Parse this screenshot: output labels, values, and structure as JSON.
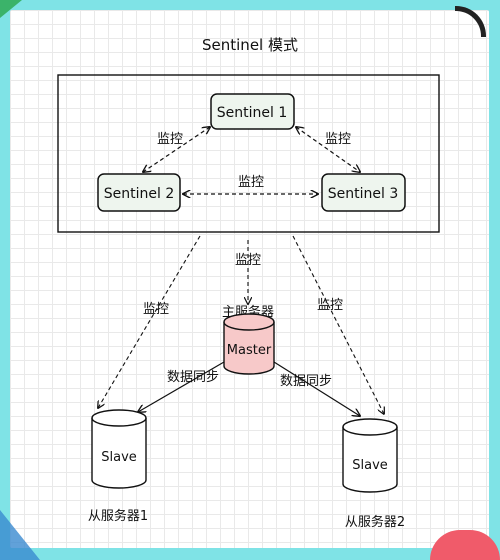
{
  "title": "Sentinel 模式",
  "sentinels": [
    "Sentinel 1",
    "Sentinel 2",
    "Sentinel 3"
  ],
  "master": {
    "role": "主服务器",
    "name": "Master"
  },
  "slaves": [
    {
      "name": "Slave",
      "caption": "从服务器1"
    },
    {
      "name": "Slave",
      "caption": "从服务器2"
    }
  ],
  "edge_labels": {
    "monitor": "监控",
    "sync": "数据同步"
  },
  "colors": {
    "background": "#7fe3e6",
    "node_box": "#eef5ee",
    "master_fill": "#f7c9c9"
  }
}
